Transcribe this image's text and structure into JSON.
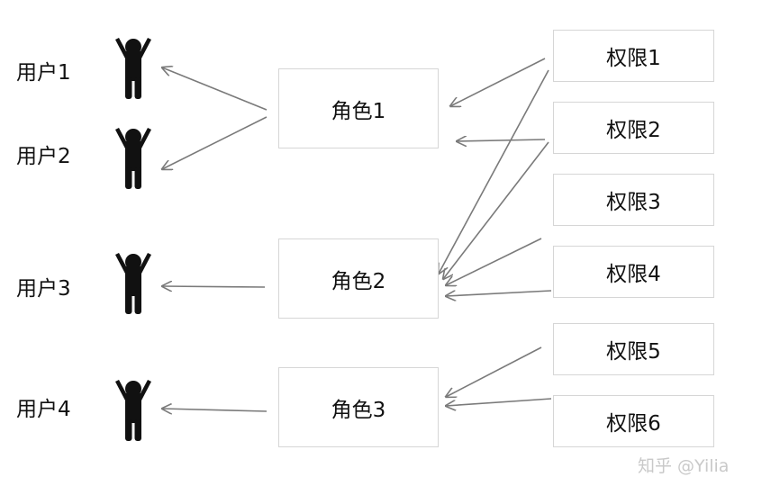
{
  "users": [
    {
      "label": "用户1"
    },
    {
      "label": "用户2"
    },
    {
      "label": "用户3"
    },
    {
      "label": "用户4"
    }
  ],
  "roles": [
    {
      "label": "角色1"
    },
    {
      "label": "角色2"
    },
    {
      "label": "角色3"
    }
  ],
  "permissions": [
    {
      "label": "权限1"
    },
    {
      "label": "权限2"
    },
    {
      "label": "权限3"
    },
    {
      "label": "权限4"
    },
    {
      "label": "权限5"
    },
    {
      "label": "权限6"
    }
  ],
  "watermark": "知乎 @Yilia",
  "colors": {
    "arrow": "#7a7a7a",
    "person": "#111111",
    "box_border": "#d6d6d6"
  },
  "icons": {
    "user": "person-arms-raised-icon"
  }
}
